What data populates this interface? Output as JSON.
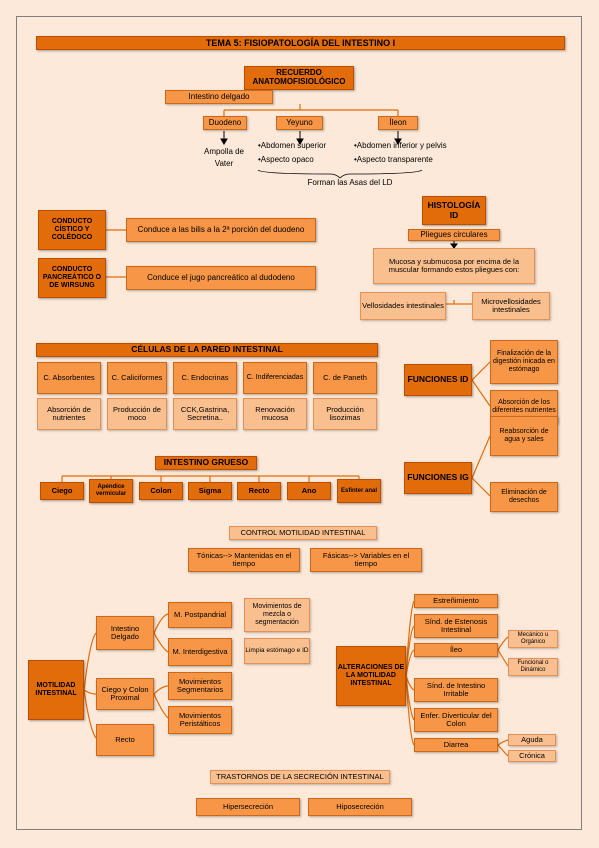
{
  "title": "TEMA 5: FISIOPATOLOGÍA DEL INTESTINO I",
  "recuerdo": "RECUERDO ANATOMOFISIOLÓGICO",
  "intestino_delgado": "Intestino delgado",
  "duodeno": {
    "label": "Duodeno",
    "sub": "Ampolla de Vater"
  },
  "yeyuno": {
    "label": "Yeyuno",
    "items": [
      "•Abdomen superior",
      "•Aspecto opaco"
    ]
  },
  "ileon": {
    "label": "Íleon",
    "items": [
      "•Abdomen inferior y pelvis",
      "•Aspecto transparente"
    ]
  },
  "asas": "Forman las Asas del LD",
  "conductos": [
    {
      "label": "CONDUCTO CÍSTICO Y COLÉDOCO",
      "desc": "Conduce a las bilis a la 2ª porción del duodeno"
    },
    {
      "label": "CONDUCTO PANCREÁTICO O DE WIRSUNG",
      "desc": "Conduce el jugo pancreático al dudodeno"
    }
  ],
  "histologia": {
    "title": "HISTOLOGÍA ID",
    "pliegues": "Pliegues circulares",
    "mucosa": "Mucosa y submucosa por encima de la muscular formando estos pliegues con:",
    "vellosidades": "Vellosidades intestinales",
    "micro": "Microvellosidades intestinales"
  },
  "celulas": {
    "title": "CÉLULAS DE LA PARED INTESTINAL",
    "types": [
      "C. Absorbentes",
      "C. Caliciformes",
      "C. Endocrinas",
      "C. Indiferenciadas",
      "C. de Paneth"
    ],
    "funcs": [
      "Absorción de nutrientes",
      "Producción de moco",
      "CCK,Gastrina, Secretina..",
      "Renovación mucosa",
      "Producción lisozimas"
    ]
  },
  "funciones_id": {
    "label": "FUNCIONES ID",
    "items": [
      "Finalización de la digestión inicada en estómago",
      "Absorción de los diferentes nutrientes"
    ]
  },
  "grueso": {
    "title": "INTESTINO GRUESO",
    "items": [
      "Ciego",
      "Apéndice vermicular",
      "Colon",
      "Sigma",
      "Recto",
      "Ano",
      "Esfinter anal"
    ]
  },
  "funciones_ig": {
    "label": "FUNCIONES IG",
    "items": [
      "Reabsorción de agua y sales",
      "Eliminación de desechos"
    ]
  },
  "control": {
    "title": "CONTROL MOTILIDAD INTESTINAL",
    "tonicas": "Tónicas--> Mantenidas en el tiempo",
    "fasicas": "Fásicas--> Variables en el tiempo"
  },
  "motilidad": {
    "label": "MOTILIDAD INTESTINAL",
    "delgado": "Intestino Delgado",
    "postprandial": "M. Postpandrial",
    "interdigestiva": "M. Interdigestiva",
    "mezcla": "Movimientos de mezcla o segmentación",
    "limpia": "Limpia estómago e ID",
    "ciego": "Ciego y Colon Proximal",
    "segmentarios": "Movimientos Segmentarios",
    "peristalticos": "Movimientos Peristálticos",
    "recto": "Recto"
  },
  "alteraciones": {
    "label": "ALTERACIONES DE LA MOTILIDAD INTESTINAL",
    "items": [
      "Estreñimiento",
      "Sínd. de Estenosis Intestinal",
      "Íleo",
      "Sínd. de Intestino Irritable",
      "Enfer. Diverticular del Colon",
      "Diarrea"
    ],
    "ileo_sub": [
      "Mecánico u Orgánico",
      "Funcional o Dinámico"
    ],
    "diarrea_sub": [
      "Aguda",
      "Crónica"
    ]
  },
  "secrecion": {
    "title": "TRASTORNOS DE LA SECRECIÓN INTESTINAL",
    "items": [
      "Hipersecreción",
      "Hiposecreción"
    ]
  }
}
